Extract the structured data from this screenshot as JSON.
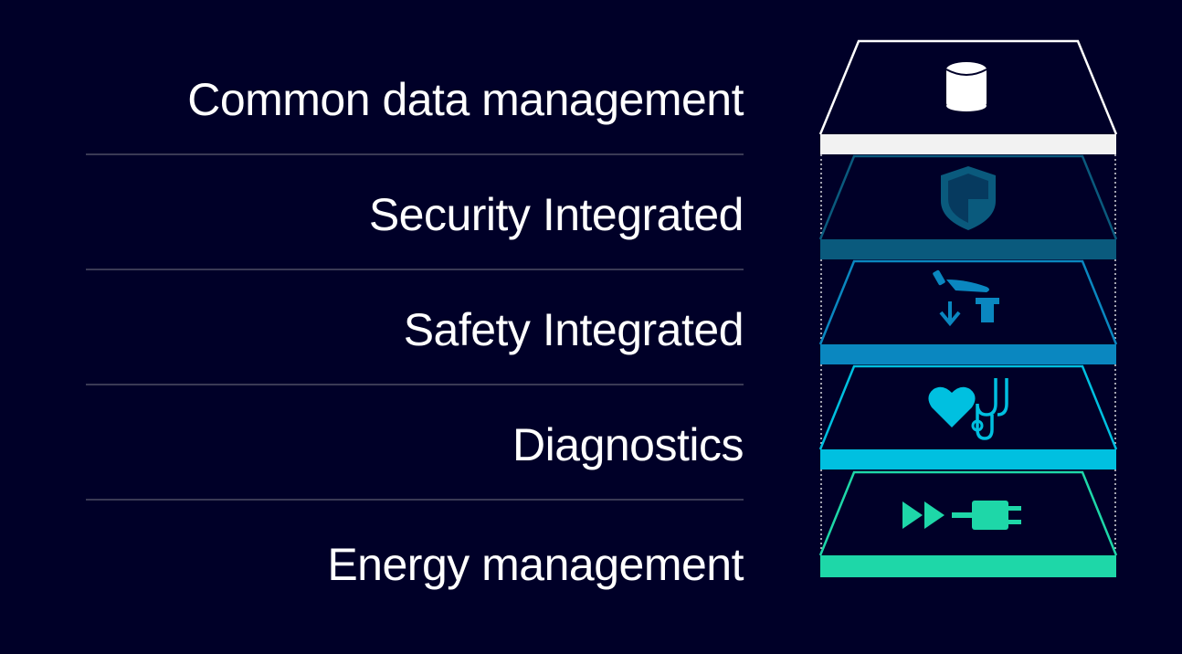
{
  "layers": [
    {
      "label": "Common data management",
      "icon": "database-icon",
      "color": "#f2f2f2"
    },
    {
      "label": "Security Integrated",
      "icon": "shield-icon",
      "color": "#0a5a7d"
    },
    {
      "label": "Safety Integrated",
      "icon": "safety-hand-icon",
      "color": "#0a87c0"
    },
    {
      "label": "Diagnostics",
      "icon": "heart-stethoscope-icon",
      "color": "#00c0e0"
    },
    {
      "label": "Energy management",
      "icon": "fast-forward-plug-icon",
      "color": "#1ed7a8"
    }
  ],
  "background_color": "#000028",
  "divider_color": "#3a3a55"
}
